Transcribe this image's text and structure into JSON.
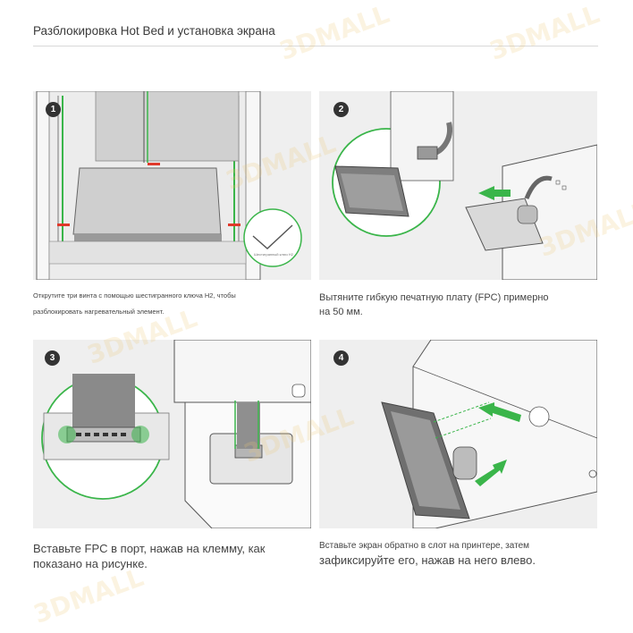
{
  "header": {
    "title": "Разблокировка Hot Bed и установка экрана"
  },
  "steps": [
    {
      "number": "1",
      "caption_lines": [
        "Открутите три винта с помощью шестигранного ключа H2, чтобы",
        "разблокировать нагревательный элемент."
      ],
      "inset_label": "Шестигранный ключ H2"
    },
    {
      "number": "2",
      "caption_lines": [
        "Вытяните гибкую печатную плату (FPC) примерно",
        " на 50 мм."
      ]
    },
    {
      "number": "3",
      "caption_lines": [
        "Вставьте FPC в порт, нажав на клемму, как",
        "показано на рисунке."
      ]
    },
    {
      "number": "4",
      "caption_lines": [
        " Вставьте экран обратно в слот на принтере, затем",
        "зафиксируйте его, нажав на него влево."
      ]
    }
  ],
  "watermark": "3DMALL",
  "colors": {
    "accent_green": "#3ab54a",
    "arrow_red": "#e0392b",
    "line": "#555555",
    "panel_bg": "#efefef"
  }
}
